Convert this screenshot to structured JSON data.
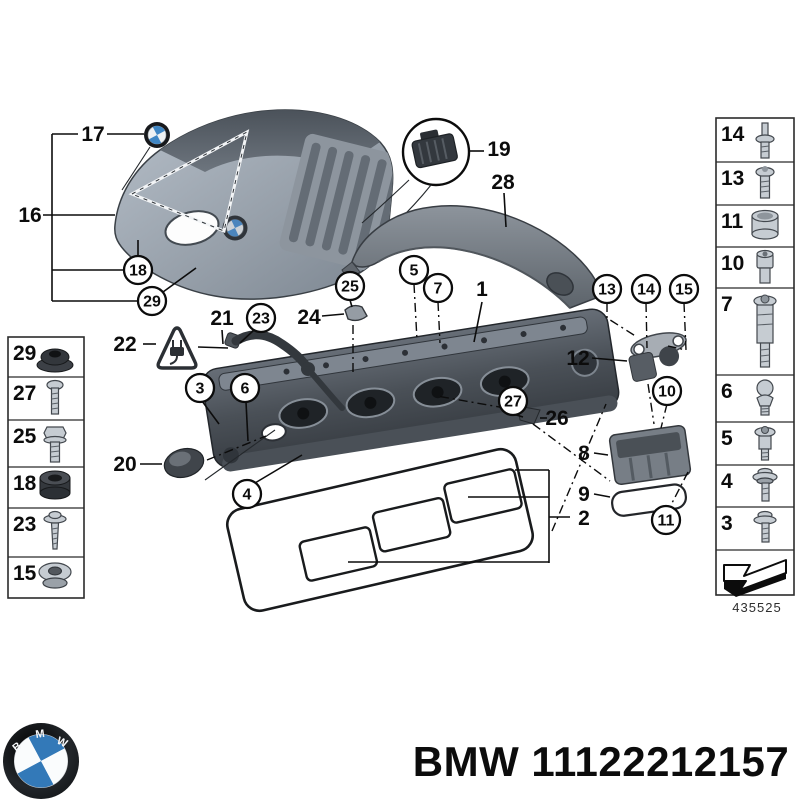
{
  "page": {
    "background": "#ffffff"
  },
  "diagram": {
    "drawing_number": "435525",
    "callouts": {
      "c1": "1",
      "c2": "2",
      "c3": "3",
      "c4": "4",
      "c5": "5",
      "c6": "6",
      "c7": "7",
      "c8": "8",
      "c9": "9",
      "c10": "10",
      "c11": "11",
      "c12": "12",
      "c13": "13",
      "c14": "14",
      "c15": "15",
      "c16": "16",
      "c17": "17",
      "c18": "18",
      "c19": "19",
      "c20": "20",
      "c21": "21",
      "c22": "22",
      "c23": "23",
      "c24": "24",
      "c25": "25",
      "c26": "26",
      "c27": "27",
      "c28": "28",
      "c29": "29"
    },
    "left_panel": {
      "items": [
        {
          "n": "29",
          "part": "rubber-grommet"
        },
        {
          "n": "27",
          "part": "pan-head-screw"
        },
        {
          "n": "25",
          "part": "hex-flange-bolt"
        },
        {
          "n": "18",
          "part": "rubber-bushing"
        },
        {
          "n": "23",
          "part": "screw-with-washer"
        },
        {
          "n": "15",
          "part": "screw-plug"
        }
      ]
    },
    "right_panel": {
      "items": [
        {
          "n": "14",
          "part": "stud-bolt"
        },
        {
          "n": "13",
          "part": "stud-bolt"
        },
        {
          "n": "11",
          "part": "spacer-sleeve"
        },
        {
          "n": "10",
          "part": "socket-head-screw"
        },
        {
          "n": "7",
          "part": "shoulder-screw-long"
        },
        {
          "n": "6",
          "part": "ball-pin"
        },
        {
          "n": "5",
          "part": "shoulder-screw"
        },
        {
          "n": "4",
          "part": "screw-with-washer"
        },
        {
          "n": "3",
          "part": "screw-with-washer"
        }
      ]
    }
  },
  "footer": {
    "part_text": "BMW 11122212157",
    "logo_letters": [
      "B",
      "M",
      "W"
    ]
  },
  "colors": {
    "bmw_blue": "#3379b8",
    "ink": "#111111"
  }
}
